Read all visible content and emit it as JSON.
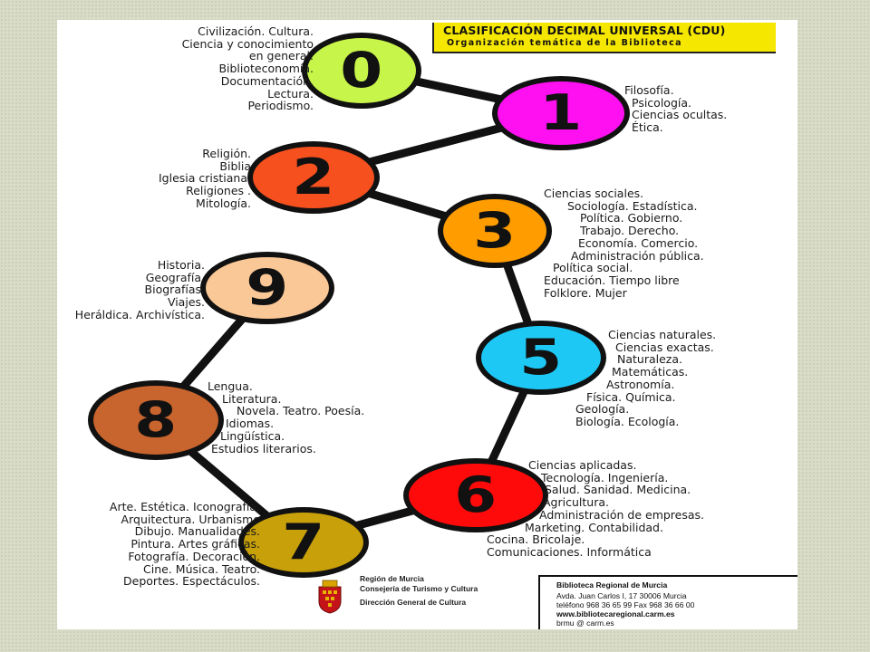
{
  "title": {
    "main": "CLASIFICACIÓN DECIMAL UNIVERSAL (CDU)",
    "subtitle": "Organización temática de la Biblioteca"
  },
  "colors": {
    "title_bg": "#f6e700",
    "c0": "#c8f54a",
    "c1": "#ff10f0",
    "c2": "#f5501e",
    "c3": "#ff9c00",
    "c5": "#1ec8f5",
    "c6": "#ff0a0a",
    "c7": "#c8a00a",
    "c8": "#c8642d",
    "c9": "#fac796"
  },
  "classes": [
    {
      "digit": "0",
      "topics": [
        "Civilización. Cultura.",
        "Ciencia y conocimiento",
        "en general.",
        "Biblioteconomía.",
        "Documentación.",
        "Lectura.",
        "Periodismo."
      ]
    },
    {
      "digit": "1",
      "topics": [
        "Filosofía.",
        "Psicología.",
        "Ciencias ocultas.",
        "Ética."
      ]
    },
    {
      "digit": "2",
      "topics": [
        "Religión.",
        "Biblia",
        "Iglesia cristiana.",
        "Religiones .",
        "Mitología."
      ]
    },
    {
      "digit": "3",
      "topics": [
        "Ciencias sociales.",
        "Sociología. Estadística.",
        "Política. Gobierno.",
        "Trabajo. Derecho.",
        "Economía. Comercio.",
        "Administración pública.",
        "Política social.",
        "Educación. Tiempo libre",
        "Folklore. Mujer"
      ]
    },
    {
      "digit": "5",
      "topics": [
        "Ciencias naturales.",
        "Ciencias exactas.",
        "Naturaleza.",
        "Matemáticas.",
        "Astronomía.",
        "Física. Química.",
        "Geología.",
        "Biología. Ecología."
      ]
    },
    {
      "digit": "6",
      "topics": [
        "Ciencias aplicadas.",
        "Tecnología. Ingeniería.",
        "Salud. Sanidad. Medicina.",
        "Agricultura.",
        "Administración de empresas.",
        "Marketing. Contabilidad.",
        "Cocina. Bricolaje.",
        "Comunicaciones. Informática"
      ]
    },
    {
      "digit": "7",
      "topics": [
        "Arte.  Estética. Iconografía.",
        "Arquitectura. Urbanismo",
        "Dibujo. Manualidades.",
        "Pintura. Artes gráficas.",
        "Fotografía. Decoración.",
        "Cine. Música. Teatro.",
        "Deportes. Espectáculos."
      ]
    },
    {
      "digit": "8",
      "topics": [
        "Lengua.",
        "Literatura.",
        "Novela. Teatro. Poesía.",
        "Idiomas.",
        "Lingüística.",
        "Estudios literarios."
      ]
    },
    {
      "digit": "9",
      "topics": [
        "Historia.",
        "Geografía.",
        "Biografías.",
        "Viajes.",
        "Heráldica. Archivística."
      ]
    }
  ],
  "footer": {
    "government": [
      "Región de Murcia",
      "Consejería de Turismo y Cultura",
      "Dirección General de Cultura"
    ],
    "library": [
      "Biblioteca Regional de Murcia",
      "Avda. Juan Carlos I, 17   30006 Murcia",
      "teléfono 968 36 65 99 Fax 968 36 66 00",
      "www.bibliotecaregional.carm.es",
      "brmu @ carm.es"
    ]
  }
}
